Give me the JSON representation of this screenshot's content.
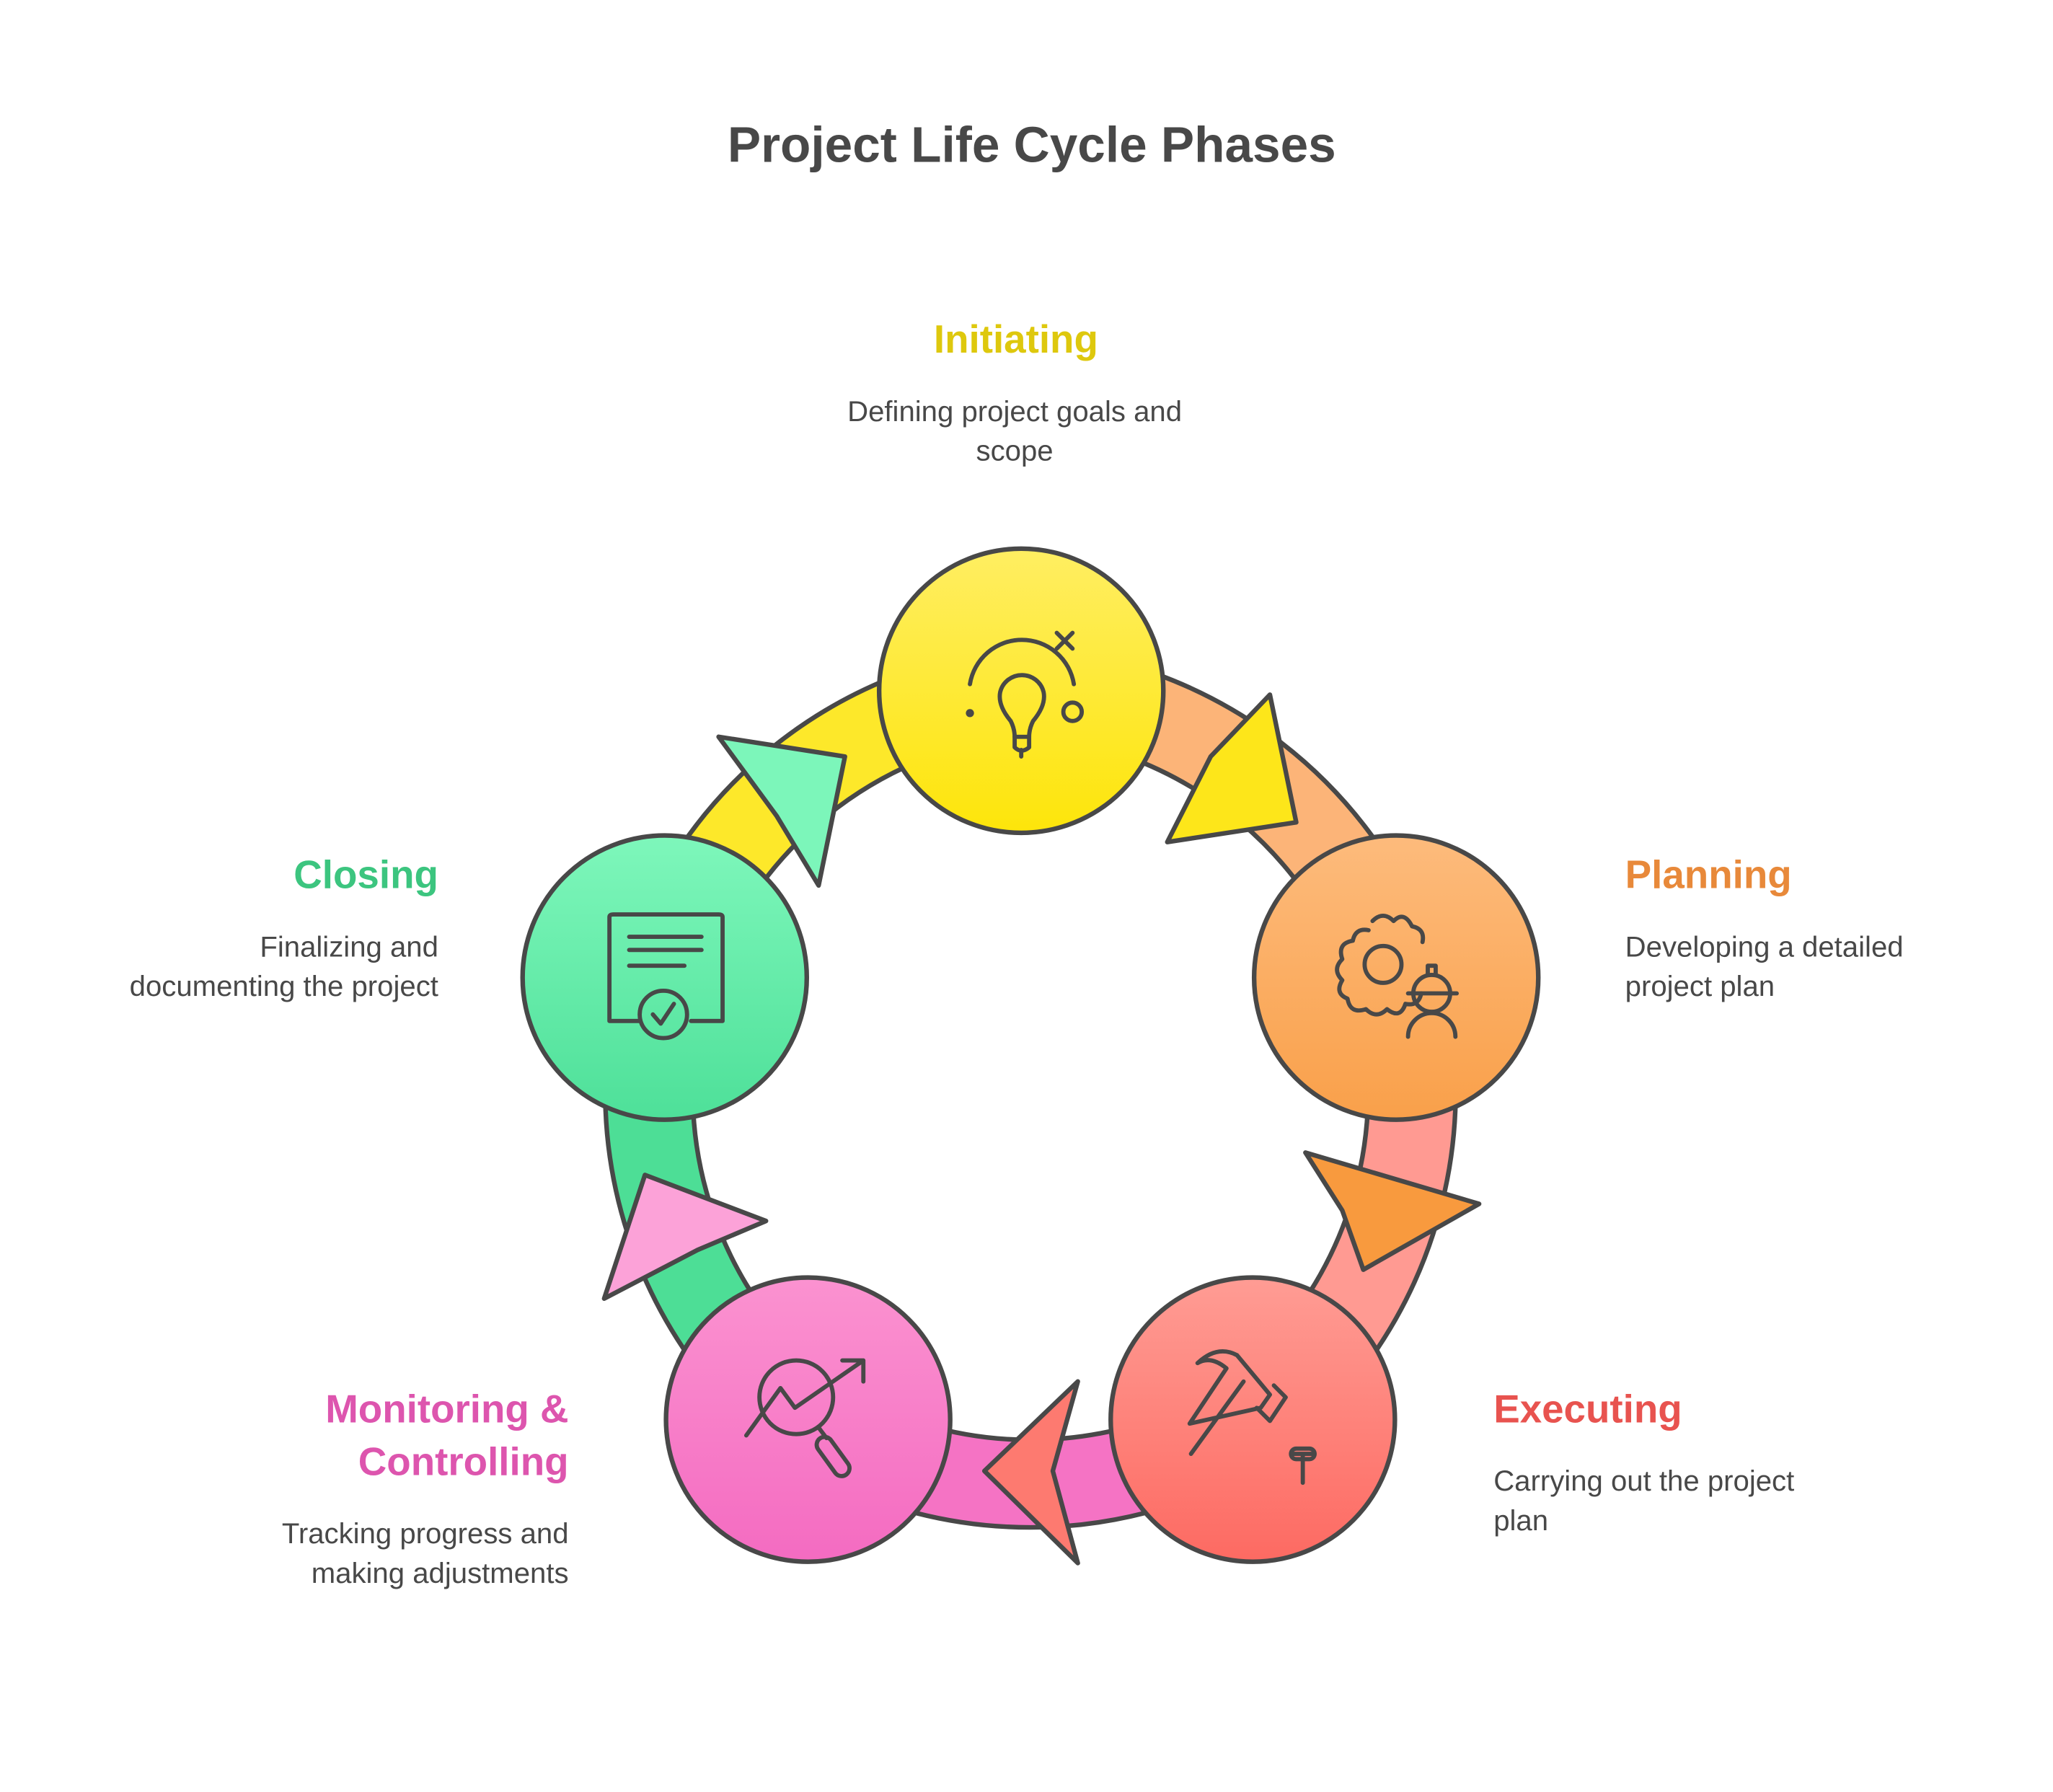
{
  "title": "Project Life Cycle Phases",
  "phases": [
    {
      "name": "Initiating",
      "desc": [
        "Defining project goals and",
        "scope"
      ],
      "icon": "lightbulb-icon",
      "color": "#DEC80D"
    },
    {
      "name": "Planning",
      "desc": [
        "Developing a detailed",
        "project plan"
      ],
      "icon": "gear-worker-icon",
      "color": "#E8893A"
    },
    {
      "name": "Executing",
      "desc": [
        "Carrying out the project",
        "plan"
      ],
      "icon": "hammer-nail-icon",
      "color": "#E8534F"
    },
    {
      "name": "Monitoring &",
      "name2": "Controlling",
      "desc": [
        "Tracking progress and",
        "making adjustments"
      ],
      "icon": "chart-magnifier-icon",
      "color": "#DD55AE"
    },
    {
      "name": "Closing",
      "desc": [
        "Finalizing and",
        "documenting the project"
      ],
      "icon": "certificate-check-icon",
      "color": "#3CC57F"
    }
  ]
}
